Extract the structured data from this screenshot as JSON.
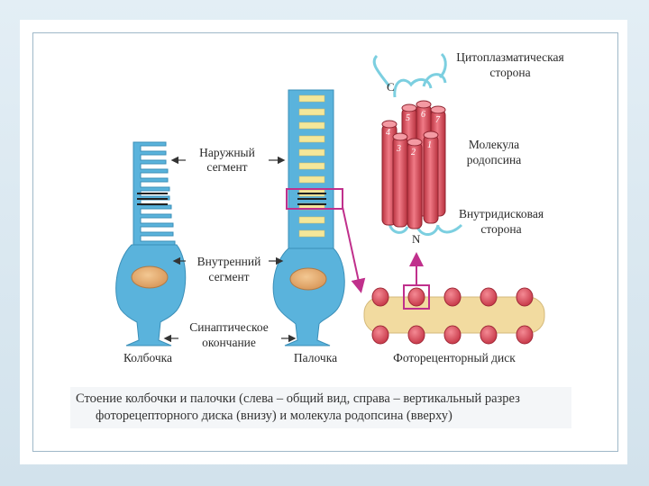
{
  "labels": {
    "outer_segment": [
      "Наружный",
      "сегмент"
    ],
    "inner_segment": [
      "Внутренний",
      "сегмент"
    ],
    "synaptic_ending": [
      "Синаптическое",
      "окончание"
    ],
    "cone": "Колбочка",
    "rod": "Палочка",
    "photoreceptor_disk": "Фотореценторный диск",
    "cytoplasmic_side": [
      "Цитоплазматическая",
      "сторона"
    ],
    "rhodopsin_molecule": [
      "Молекула",
      "родопсина"
    ],
    "intradisk_side": [
      "Внутридисковая",
      "сторона"
    ],
    "c_terminus": "C",
    "n_terminus": "N",
    "helix_numbers": [
      "1",
      "2",
      "3",
      "4",
      "5",
      "6",
      "7"
    ]
  },
  "caption": {
    "line1": "Стоение колбочки и палочки (слева – общий вид, справа – вертикальный разрез",
    "line2": "фоторецепторного диска (внизу) и молекула родопсина (вверху)"
  },
  "colors": {
    "cell_body": "#5ab3dc",
    "nucleus": "#e6b17a",
    "disk": "#f4e79a",
    "membrane": "#f2dba0",
    "protein": "#e55a6a",
    "highlight": "#c0308c",
    "loop": "#7ccfe0"
  }
}
